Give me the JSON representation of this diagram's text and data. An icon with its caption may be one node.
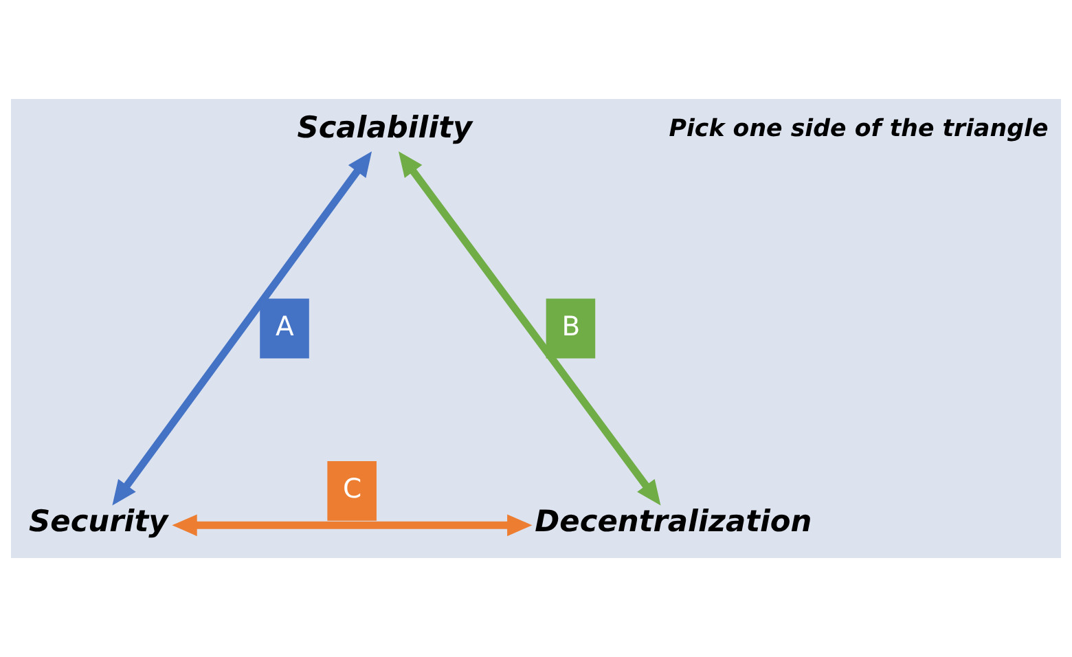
{
  "diagram": {
    "nodes": [
      {
        "text": [
          "Scalability"
        ]
      },
      {
        "text": [
          "Security"
        ]
      },
      {
        "text": [
          "Decentralization"
        ]
      }
    ],
    "edges": [
      {
        "from": 0,
        "to": 1,
        "arrow": "both",
        "label": "A",
        "color": "#4472c4"
      },
      {
        "from": 0,
        "to": 2,
        "arrow": "both",
        "label": "B",
        "color": "#70ad47"
      },
      {
        "from": 1,
        "to": 2,
        "arrow": "both",
        "label": "C",
        "color": "#ed7d31"
      }
    ],
    "labels": [
      "Pick one side of the triangle"
    ]
  }
}
